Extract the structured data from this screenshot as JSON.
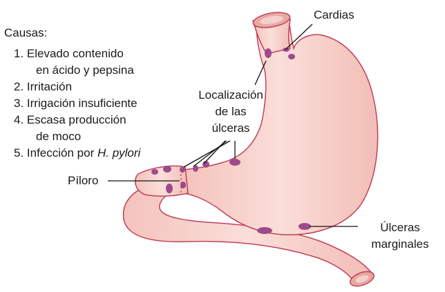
{
  "causes": {
    "title": "Causas:",
    "items": [
      {
        "line1": "1. Elevado contenido",
        "line2": "en ácido y pepsina"
      },
      {
        "line1": "2. Irritación",
        "line2": ""
      },
      {
        "line1": "3. Irrigación insuficiente",
        "line2": ""
      },
      {
        "line1": "4. Escasa producción",
        "line2": "de moco"
      },
      {
        "line1": "5. Infección por ",
        "italic": "H. pylori",
        "line2": ""
      }
    ]
  },
  "labels": {
    "cardias": "Cardias",
    "localizacion_1": "Localización",
    "localizacion_2": "de las",
    "localizacion_3": "úlceras",
    "piloro": "Píloro",
    "ulceras_marginales_1": "Úlceras",
    "ulceras_marginales_2": "marginales"
  },
  "colors": {
    "stomach_fill": "#f8d2cc",
    "stomach_outline": "#c0405a",
    "ulcer": "#9c4a8c",
    "leader_line": "#111111"
  }
}
